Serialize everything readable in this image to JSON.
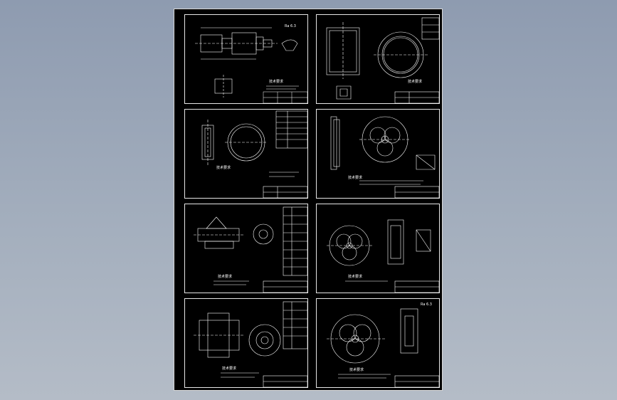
{
  "drawing_set": {
    "background_color": "#8e9bb0",
    "sheet_color": "#000000",
    "line_color": "#ffffff",
    "tech_caption": "技术要求",
    "roughness_mark": "Ra 6.3",
    "panels": [
      {
        "id": "shaft",
        "kind": "shaft"
      },
      {
        "id": "ring",
        "kind": "ring"
      },
      {
        "id": "bushing",
        "kind": "bushing"
      },
      {
        "id": "trefoil-a",
        "kind": "trefoil"
      },
      {
        "id": "gear-hub",
        "kind": "gear"
      },
      {
        "id": "trefoil-b",
        "kind": "trefoil"
      },
      {
        "id": "pulley",
        "kind": "pulley"
      },
      {
        "id": "trefoil-c",
        "kind": "trefoil"
      }
    ]
  }
}
